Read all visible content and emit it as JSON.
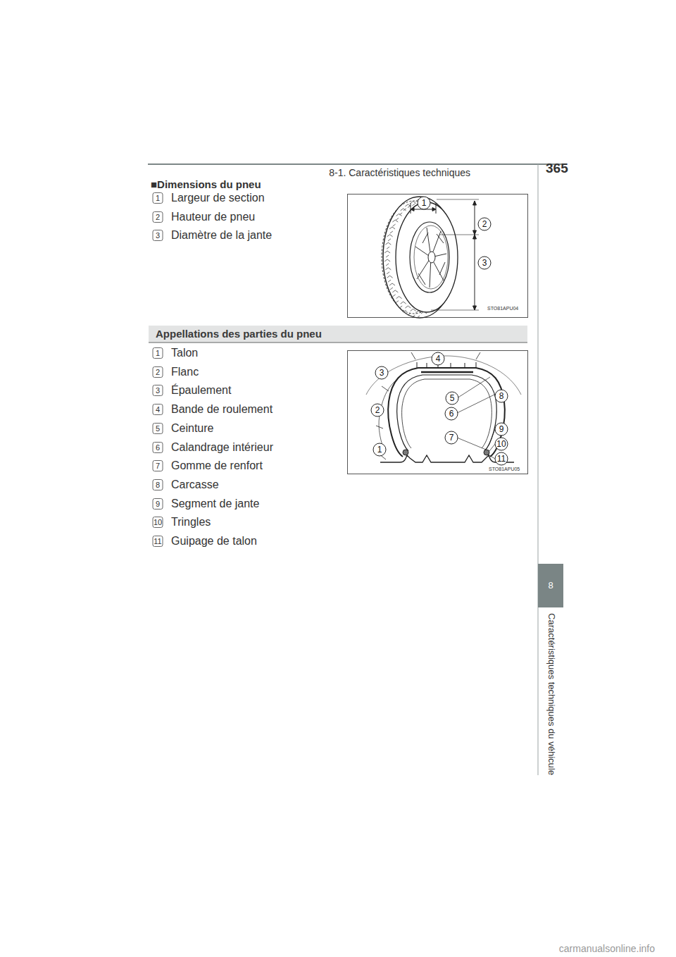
{
  "diagram": {
    "nodes": [
      {
        "text": [
          "Appellations des parties du pneu"
        ]
      }
    ],
    "labels": [
      "365",
      "8-1. Caractéristiques techniques",
      "■Dimensions du pneu",
      "1",
      "Largeur de section",
      "2",
      "Hauteur de pneu",
      "3",
      "Diamètre de la jante",
      "1",
      "2",
      "3",
      "STO81APU04",
      "1",
      "Talon",
      "2",
      "Flanc",
      "3",
      "Épaulement",
      "4",
      "Bande de roulement",
      "5",
      "Ceinture",
      "6",
      "Calandrage intérieur",
      "7",
      "Gomme de renfort",
      "8",
      "Carcasse",
      "9",
      "Segment de jante",
      "10",
      "Tringles",
      "11",
      "Guipage de talon",
      "1",
      "2",
      "3",
      "4",
      "5",
      "6",
      "7",
      "8",
      "9",
      "10",
      "11",
      "STO81APU05",
      "8",
      "Caractéristiques techniques du véhicule",
      "carmanualsonline.info"
    ]
  }
}
